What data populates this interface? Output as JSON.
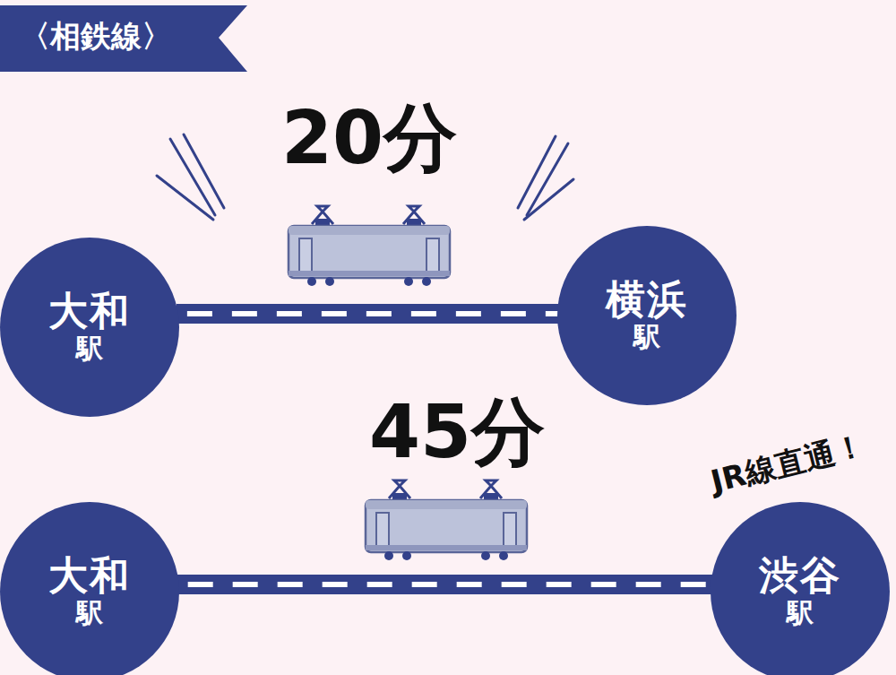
{
  "diagram": {
    "title": "〈相鉄線〉",
    "nodes": [
      {
        "text": [
          "大和",
          "駅"
        ]
      },
      {
        "text": [
          "横浜",
          "駅"
        ]
      },
      {
        "text": [
          "大和",
          "駅"
        ]
      },
      {
        "text": [
          "渋谷",
          "駅"
        ]
      }
    ],
    "edges": [
      {
        "from": 0,
        "to": 1,
        "arrow": "none"
      },
      {
        "from": 2,
        "to": 3,
        "arrow": "none"
      }
    ],
    "labels": [
      "20分",
      "45分",
      "JR線直通！"
    ]
  }
}
